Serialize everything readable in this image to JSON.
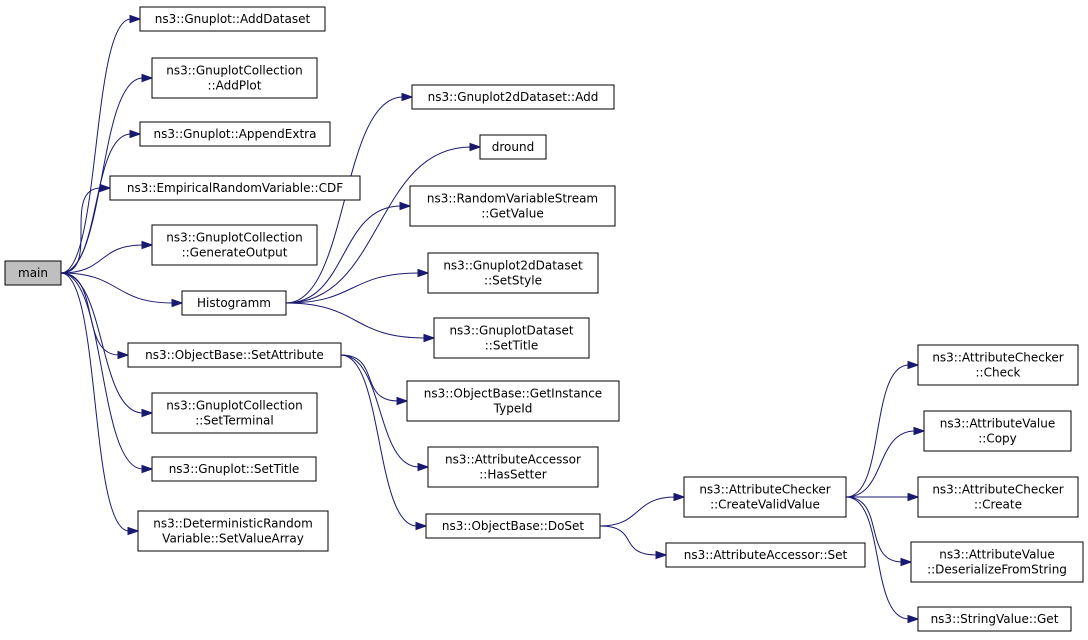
{
  "diagram": {
    "nodes": [
      {
        "id": "main",
        "lines": [
          "main"
        ],
        "root": true
      },
      {
        "id": "add-dataset",
        "lines": [
          "ns3::Gnuplot::AddDataset"
        ]
      },
      {
        "id": "add-plot",
        "lines": [
          "ns3::GnuplotCollection",
          "::AddPlot"
        ]
      },
      {
        "id": "append-extra",
        "lines": [
          "ns3::Gnuplot::AppendExtra"
        ]
      },
      {
        "id": "cdf",
        "lines": [
          "ns3::EmpiricalRandomVariable::CDF"
        ]
      },
      {
        "id": "generate-output",
        "lines": [
          "ns3::GnuplotCollection",
          "::GenerateOutput"
        ]
      },
      {
        "id": "histogramm",
        "lines": [
          "Histogramm"
        ]
      },
      {
        "id": "set-attribute",
        "lines": [
          "ns3::ObjectBase::SetAttribute"
        ]
      },
      {
        "id": "set-terminal",
        "lines": [
          "ns3::GnuplotCollection",
          "::SetTerminal"
        ]
      },
      {
        "id": "gnuplot-set-title",
        "lines": [
          "ns3::Gnuplot::SetTitle"
        ]
      },
      {
        "id": "set-value-array",
        "lines": [
          "ns3::DeterministicRandom",
          "Variable::SetValueArray"
        ]
      },
      {
        "id": "dataset2d-add",
        "lines": [
          "ns3::Gnuplot2dDataset::Add"
        ]
      },
      {
        "id": "dround",
        "lines": [
          "dround"
        ]
      },
      {
        "id": "get-value",
        "lines": [
          "ns3::RandomVariableStream",
          "::GetValue"
        ]
      },
      {
        "id": "set-style",
        "lines": [
          "ns3::Gnuplot2dDataset",
          "::SetStyle"
        ]
      },
      {
        "id": "dataset-set-title",
        "lines": [
          "ns3::GnuplotDataset",
          "::SetTitle"
        ]
      },
      {
        "id": "get-instance-typeid",
        "lines": [
          "ns3::ObjectBase::GetInstance",
          "TypeId"
        ]
      },
      {
        "id": "has-setter",
        "lines": [
          "ns3::AttributeAccessor",
          "::HasSetter"
        ]
      },
      {
        "id": "do-set",
        "lines": [
          "ns3::ObjectBase::DoSet"
        ]
      },
      {
        "id": "create-valid-value",
        "lines": [
          "ns3::AttributeChecker",
          "::CreateValidValue"
        ]
      },
      {
        "id": "accessor-set",
        "lines": [
          "ns3::AttributeAccessor::Set"
        ]
      },
      {
        "id": "checker-check",
        "lines": [
          "ns3::AttributeChecker",
          "::Check"
        ]
      },
      {
        "id": "value-copy",
        "lines": [
          "ns3::AttributeValue",
          "::Copy"
        ]
      },
      {
        "id": "checker-create",
        "lines": [
          "ns3::AttributeChecker",
          "::Create"
        ]
      },
      {
        "id": "deserialize",
        "lines": [
          "ns3::AttributeValue",
          "::DeserializeFromString"
        ]
      },
      {
        "id": "string-get",
        "lines": [
          "ns3::StringValue::Get"
        ]
      }
    ],
    "edges": [
      [
        "main",
        "add-dataset"
      ],
      [
        "main",
        "add-plot"
      ],
      [
        "main",
        "append-extra"
      ],
      [
        "main",
        "cdf"
      ],
      [
        "main",
        "generate-output"
      ],
      [
        "main",
        "histogramm"
      ],
      [
        "main",
        "set-attribute"
      ],
      [
        "main",
        "set-terminal"
      ],
      [
        "main",
        "gnuplot-set-title"
      ],
      [
        "main",
        "set-value-array"
      ],
      [
        "histogramm",
        "dataset2d-add"
      ],
      [
        "histogramm",
        "dround"
      ],
      [
        "histogramm",
        "get-value"
      ],
      [
        "histogramm",
        "set-style"
      ],
      [
        "histogramm",
        "dataset-set-title"
      ],
      [
        "set-attribute",
        "get-instance-typeid"
      ],
      [
        "set-attribute",
        "has-setter"
      ],
      [
        "set-attribute",
        "do-set"
      ],
      [
        "do-set",
        "create-valid-value"
      ],
      [
        "do-set",
        "accessor-set"
      ],
      [
        "create-valid-value",
        "checker-check"
      ],
      [
        "create-valid-value",
        "value-copy"
      ],
      [
        "create-valid-value",
        "checker-create"
      ],
      [
        "create-valid-value",
        "deserialize"
      ],
      [
        "create-valid-value",
        "string-get"
      ]
    ],
    "colors": {
      "edge": "#191970",
      "node_border": "#000000",
      "root_fill": "#bfbfbf",
      "node_fill": "#ffffff"
    }
  }
}
